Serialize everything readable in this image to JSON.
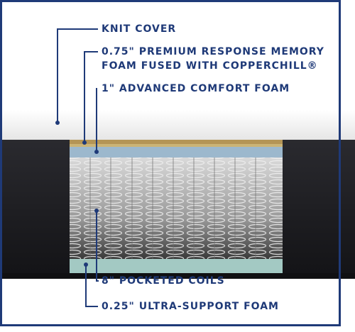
{
  "colors": {
    "label_navy": "#1f3a78",
    "knit_cover": "#f4f4f4",
    "side_panel": "#1e1e22",
    "copper_foam": "#b49556",
    "comfort_foam": "#8fb0c8",
    "support_foam": "#a3c9c3"
  },
  "labels": [
    {
      "id": "knit_cover",
      "text": "KNIT COVER"
    },
    {
      "id": "memory_foam",
      "line1": "0.75\" PREMIUM RESPONSE MEMORY",
      "line2": "FOAM FUSED WITH COPPERCHILL®"
    },
    {
      "id": "comfort_foam",
      "text": "1\" ADVANCED COMFORT FOAM"
    },
    {
      "id": "pocketed_coils",
      "text": "8\" POCKETED COILS"
    },
    {
      "id": "support_foam",
      "text": "0.25\" ULTRA-SUPPORT FOAM"
    }
  ]
}
